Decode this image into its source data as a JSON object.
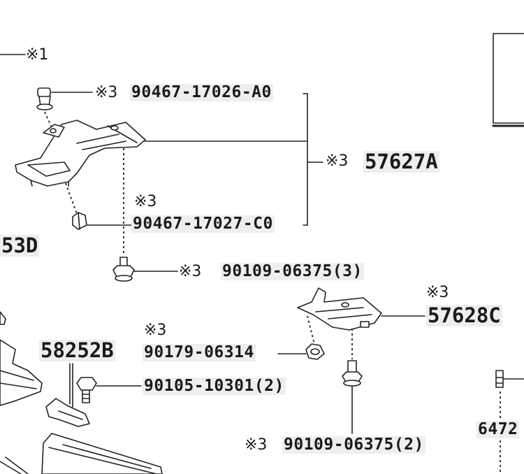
{
  "labels": {
    "ref_top": "※1",
    "c1_mark": "※3",
    "c1_part": "90467-17026-A0",
    "group_mark": "※3",
    "group_part": "57627A",
    "c2_mark": "※3",
    "c2_part": "90467-17027-C0",
    "left_part": "53D",
    "b1_mark": "※3",
    "b1_part": "90109-06375(3)",
    "br_mark": "※3",
    "br_part": "57628C",
    "s1_mark": "※3",
    "s1_part": "90179-06314",
    "plate_part": "58252B",
    "b2_part": "90105-10301(2)",
    "right_part": "6472",
    "b3_mark": "※3",
    "b3_part": "90109-06375(2)"
  }
}
